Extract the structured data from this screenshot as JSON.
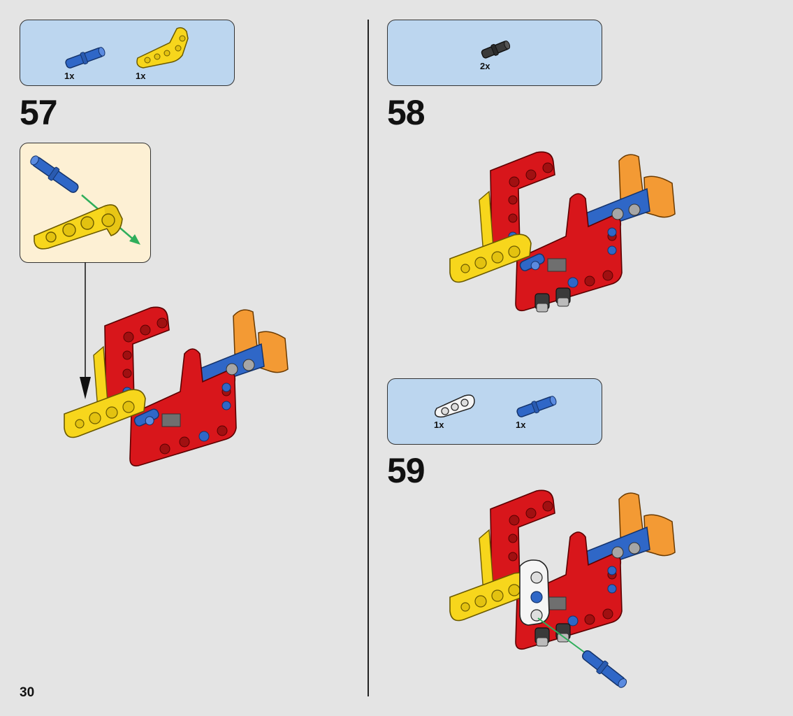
{
  "page_number": "30",
  "steps": [
    {
      "number": "57",
      "parts": [
        {
          "icon": "blue-axle-pin-icon",
          "qty": "1x",
          "color": "#2f67c7"
        },
        {
          "icon": "yellow-bent-beam-icon",
          "qty": "1x",
          "color": "#f7d61c"
        }
      ]
    },
    {
      "number": "58",
      "parts": [
        {
          "icon": "black-friction-pin-icon",
          "qty": "2x",
          "color": "#333333"
        }
      ]
    },
    {
      "number": "59",
      "parts": [
        {
          "icon": "white-beam-3-icon",
          "qty": "1x",
          "color": "#f2f2f2"
        },
        {
          "icon": "blue-axle-pin-icon",
          "qty": "1x",
          "color": "#2f67c7"
        }
      ]
    }
  ],
  "colors": {
    "red": "#d8161b",
    "yellow": "#f7d61c",
    "blue": "#2f67c7",
    "orange": "#f39a34",
    "parts_bg": "#bcd6ef",
    "callout_bg": "#fdf0d4",
    "page_bg": "#e4e4e4",
    "guide_arrow": "#2fae5b"
  }
}
